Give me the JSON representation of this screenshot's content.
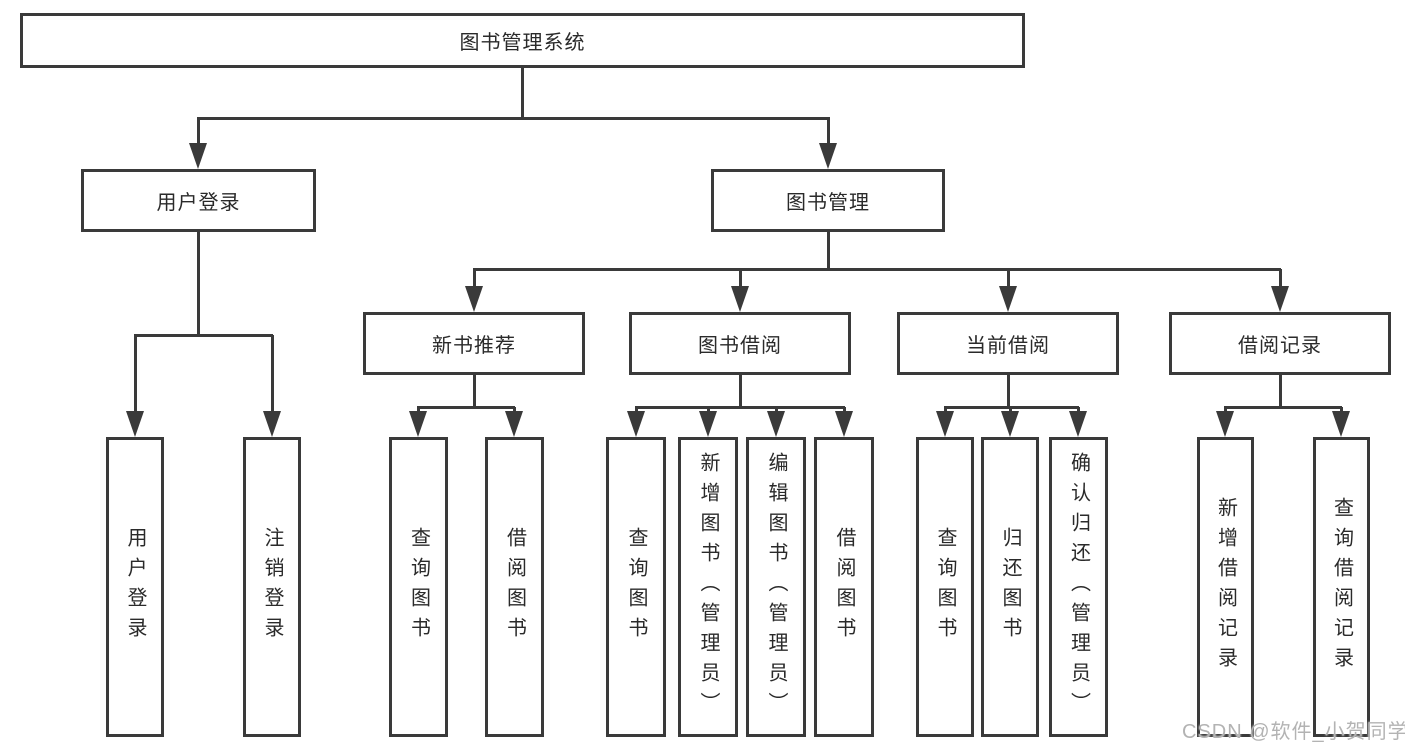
{
  "colors": {
    "line": "#3a3a3a",
    "text": "#2a2a2a",
    "watermark": "#b3b3b3",
    "background": "#ffffff"
  },
  "tree": {
    "root": {
      "label": "图书管理系统"
    },
    "branches": [
      {
        "label": "用户登录",
        "leaves": [
          {
            "label": "用户登录"
          },
          {
            "label": "注销登录"
          }
        ]
      },
      {
        "label": "图书管理",
        "children": [
          {
            "label": "新书推荐",
            "leaves": [
              {
                "label": "查询图书"
              },
              {
                "label": "借阅图书"
              }
            ]
          },
          {
            "label": "图书借阅",
            "leaves": [
              {
                "label": "查询图书"
              },
              {
                "label": "新增图书（管理员）"
              },
              {
                "label": "编辑图书（管理员）"
              },
              {
                "label": "借阅图书"
              }
            ]
          },
          {
            "label": "当前借阅",
            "leaves": [
              {
                "label": "查询图书"
              },
              {
                "label": "归还图书"
              },
              {
                "label": "确认归还（管理员）"
              }
            ]
          },
          {
            "label": "借阅记录",
            "leaves": [
              {
                "label": "新增借阅记录"
              },
              {
                "label": "查询借阅记录"
              }
            ]
          }
        ]
      }
    ]
  },
  "watermark": {
    "label": "CSDN @软件_小贺同学"
  }
}
